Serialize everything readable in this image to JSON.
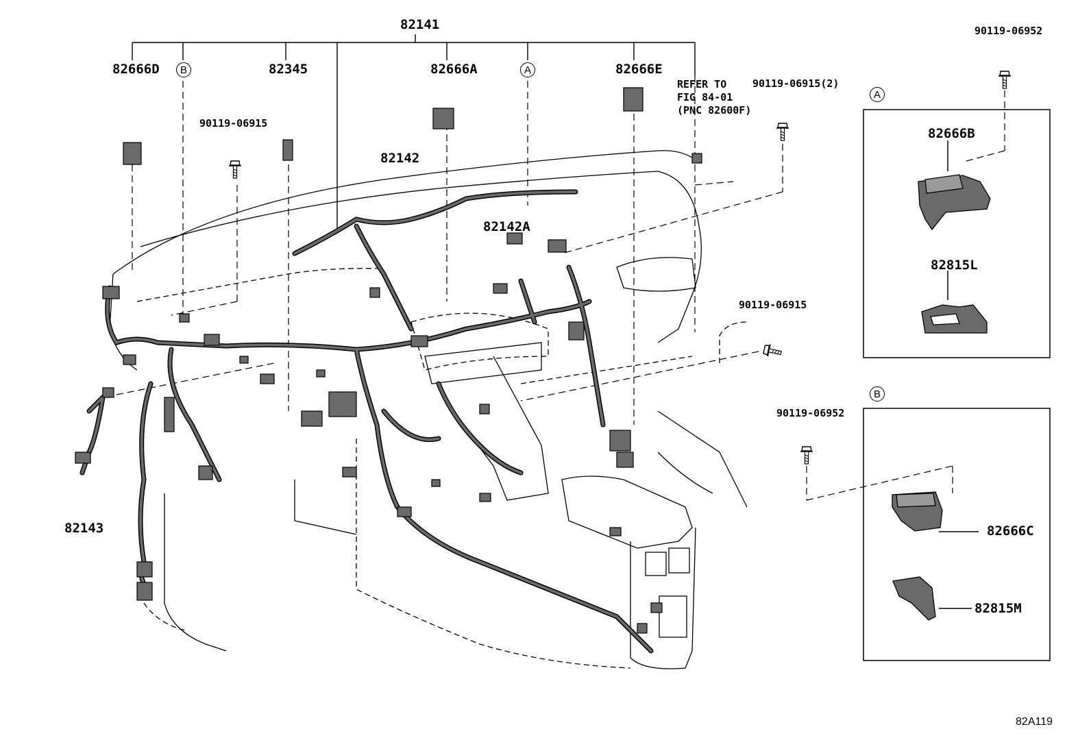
{
  "diagram": {
    "labels": {
      "main_harness": "82141",
      "connector_d": "82666D",
      "callout_b_top": "B",
      "part_82345": "82345",
      "connector_a": "82666A",
      "callout_a_top": "A",
      "connector_e": "82666E",
      "bolt_left": "90119-06915",
      "sub_harness": "82142",
      "sub_harness_a": "82142A",
      "reference_note": "REFER TO\nFIG 84-01\n(PNC 82600F)",
      "bolt_refer": "90119-06915(2)",
      "bolt_right": "90119-06915",
      "harness_82143": "82143",
      "bolt_a_detail": "90119-06952",
      "detail_a_callout": "A",
      "connector_b": "82666B",
      "block_l": "82815L",
      "detail_b_callout": "B",
      "bolt_b_detail": "90119-06952",
      "connector_c": "82666C",
      "block_m": "82815M",
      "figure_id": "82A119"
    },
    "icons": {
      "bolt": "bolt-icon",
      "connector": "connector-icon",
      "junction_block": "junction-block-icon"
    },
    "colors": {
      "line": "#000000",
      "harness": "#555555",
      "background": "#ffffff"
    }
  }
}
